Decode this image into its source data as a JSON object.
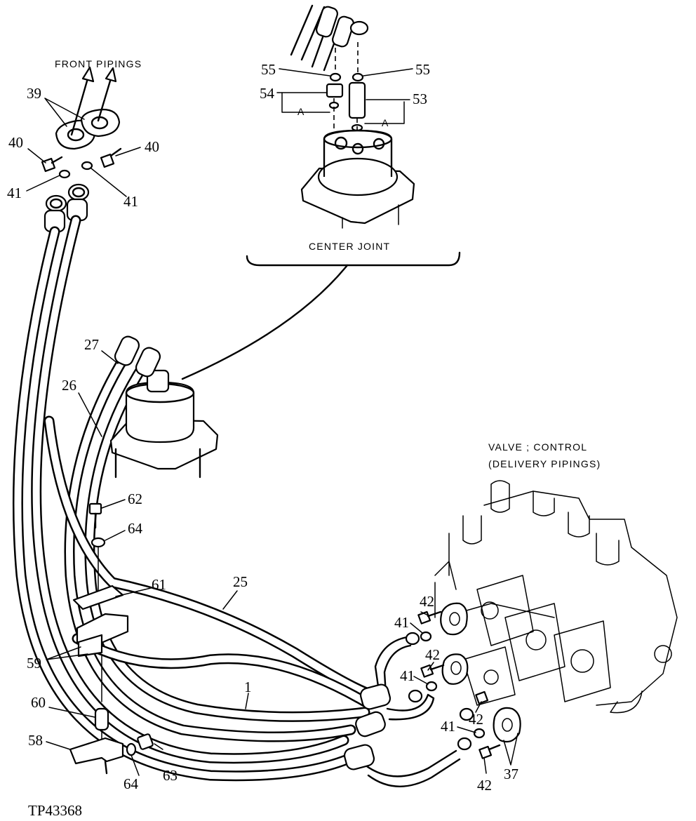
{
  "captions": {
    "front_pipings": "FRONT PIPINGS",
    "center_joint": "CENTER JOINT",
    "valve_line1": "VALVE ; CONTROL",
    "valve_line2": "(DELIVERY PIPINGS)",
    "figure_id": "TP43368"
  },
  "callouts": {
    "c39": "39",
    "c40_left": "40",
    "c40_right": "40",
    "c41_left": "41",
    "c41_right": "41",
    "c55_left": "55",
    "c55_right": "55",
    "c54": "54",
    "c53": "53",
    "cA_left": "A",
    "cA_right": "A",
    "c27": "27",
    "c26": "26",
    "c62": "62",
    "c64_top": "64",
    "c61": "61",
    "c25": "25",
    "c59": "59",
    "c1": "1",
    "c60": "60",
    "c58": "58",
    "c64_bottom": "64",
    "c63": "63",
    "c42_a": "42",
    "c41_a": "41",
    "c42_b": "42",
    "c41_b": "41",
    "c42_c": "42",
    "c41_c": "41",
    "c42_d": "42",
    "c37": "37"
  }
}
